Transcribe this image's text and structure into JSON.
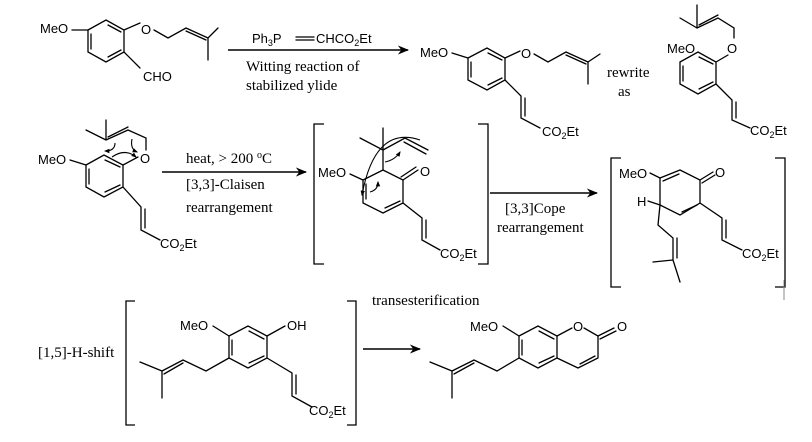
{
  "scheme": {
    "title": "Synthesis of 7-methoxy-6-prenylcoumarin (osthenol-type) via Wittig / Claisen / Cope cascade",
    "colors": {
      "ink": "#000000",
      "background": "#ffffff"
    },
    "compounds": {
      "start": {
        "labels": {
          "methoxy": "MeO",
          "ether_o": "O",
          "aldehyde": "CHO"
        }
      },
      "wittig_product": {
        "labels": {
          "methoxy": "MeO",
          "ether_o": "O",
          "ester": "CO",
          "ester_sub": "2",
          "ester_tail": "Et"
        }
      },
      "rewritten": {
        "labels": {
          "methoxy": "MeO",
          "ether_o": "O",
          "ester": "CO",
          "ester_sub": "2",
          "ester_tail": "Et"
        }
      },
      "claisen_substrate": {
        "labels": {
          "methoxy": "MeO",
          "ether_o": "O",
          "ester": "CO",
          "ester_sub": "2",
          "ester_tail": "Et"
        }
      },
      "claisen_intermediate": {
        "labels": {
          "methoxy": "MeO",
          "ketone_o": "O",
          "ester": "CO",
          "ester_sub": "2",
          "ester_tail": "Et"
        }
      },
      "cope_intermediate": {
        "labels": {
          "methoxy": "MeO",
          "ketone_o": "O",
          "hydrogen": "H",
          "ester": "CO",
          "ester_sub": "2",
          "ester_tail": "Et"
        }
      },
      "phenol_intermediate": {
        "labels": {
          "methoxy": "MeO",
          "hydroxyl": "OH",
          "ester": "CO",
          "ester_sub": "2",
          "ester_tail": "Et"
        }
      },
      "coumarin_product": {
        "labels": {
          "methoxy": "MeO",
          "ring_o": "O",
          "carbonyl_o": "O"
        }
      }
    },
    "steps": {
      "wittig": {
        "reagent_main": "Ph",
        "reagent_sub": "3",
        "reagent_p": "P",
        "reagent_tail": "CHCO",
        "reagent_sub2": "2",
        "reagent_end": "Et",
        "line1": "Witting reaction of",
        "line2": "stabilized ylide"
      },
      "rewrite": {
        "line1": "rewrite",
        "line2": "as"
      },
      "claisen": {
        "line1": "heat, > 200 ",
        "line1_sup": "o",
        "line1_end": "C",
        "line2": "[3,3]-Claisen",
        "line3": "rearrangement"
      },
      "cope": {
        "line1": "[3,3]Cope",
        "line2": "rearrangement"
      },
      "h_shift": {
        "label": "[1,5]-H-shift"
      },
      "transesterification": {
        "label": "transesterification"
      }
    }
  }
}
